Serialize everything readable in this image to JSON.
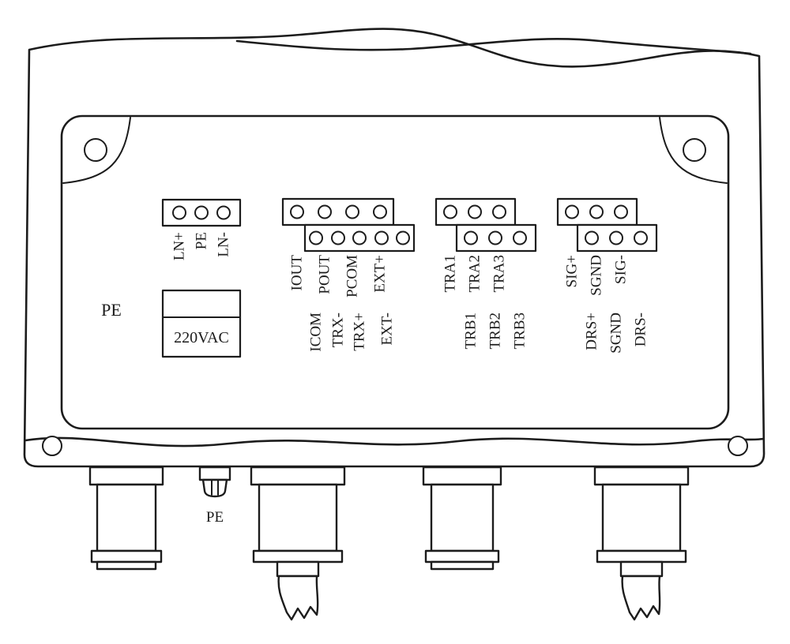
{
  "colors": {
    "line": "#1c1c1c",
    "background": "#ffffff"
  },
  "panel": {
    "pe_label": "PE"
  },
  "terminals": {
    "power": {
      "pins": [
        "LN+",
        "PE",
        "LN-"
      ],
      "box_label": "220VAC"
    },
    "io": {
      "top_pins": [
        "IOUT",
        "POUT",
        "PCOM",
        "EXT+"
      ],
      "bottom_pins": [
        "ICOM",
        "TRX-",
        "TRX+",
        "EXT-"
      ]
    },
    "tr": {
      "top_pins": [
        "TRA1",
        "TRA2",
        "TRA3"
      ],
      "bottom_pins": [
        "TRB1",
        "TRB2",
        "TRB3"
      ]
    },
    "sig": {
      "top_pins": [
        "SIG+",
        "SGND",
        "SIG-"
      ],
      "bottom_pins": [
        "DRS+",
        "SGND",
        "DRS-"
      ]
    }
  },
  "ground_screw": {
    "label": "PE"
  }
}
